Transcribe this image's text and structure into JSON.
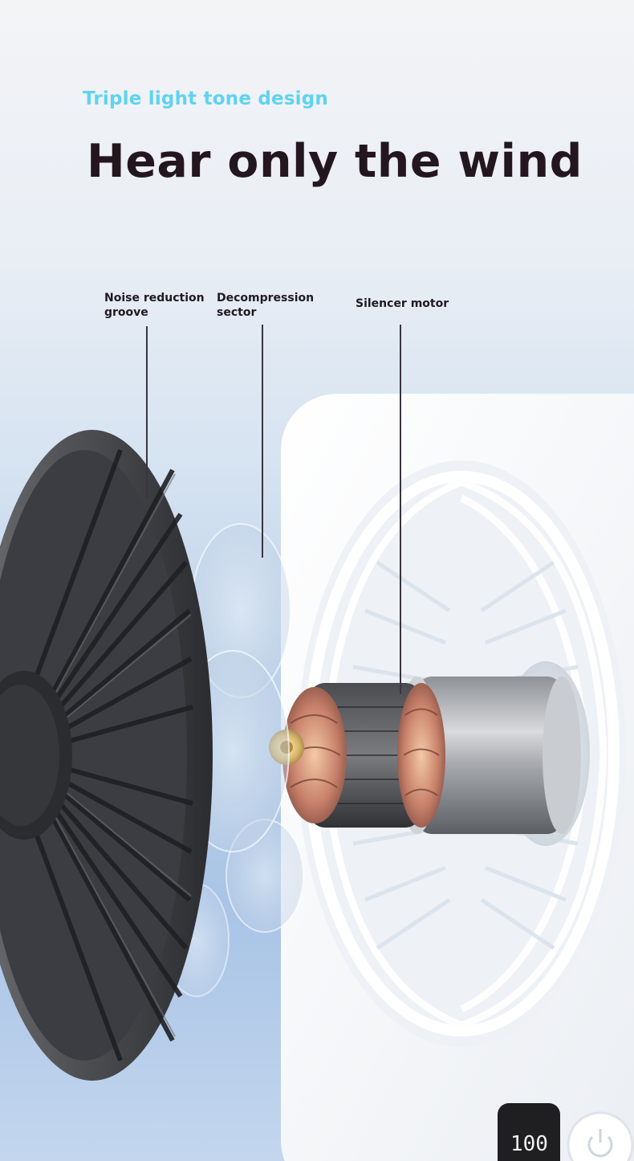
{
  "header": {
    "subtitle": "Triple light tone design",
    "title": "Hear only the wind"
  },
  "callouts": [
    {
      "line1": "Noise reduction",
      "line2": "groove"
    },
    {
      "line1": "Decompression",
      "line2": "sector"
    },
    {
      "line1": "Silencer motor",
      "line2": ""
    }
  ],
  "product": {
    "display_reading": "100",
    "icons": [
      "fan-grille-icon",
      "motor-icon",
      "power-button-icon"
    ]
  }
}
